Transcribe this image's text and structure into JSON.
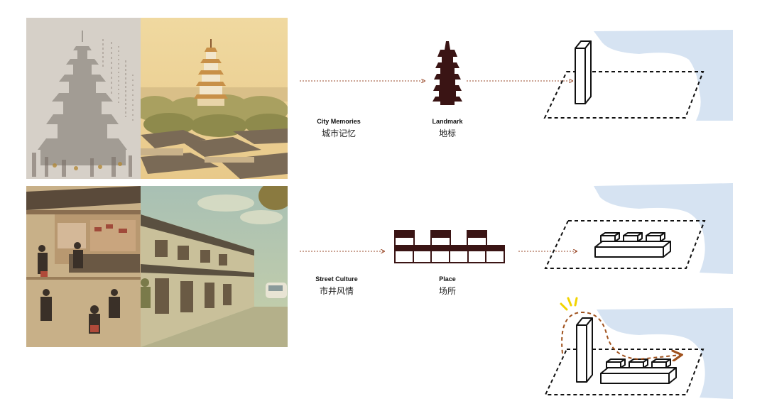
{
  "rows": [
    {
      "label_en": "City Memories",
      "label_zh": "城市记忆",
      "node_en": "Landmark",
      "node_zh": "地标"
    },
    {
      "label_en": "Street Culture",
      "label_zh": "市井风情",
      "node_en": "Place",
      "node_zh": "场所"
    }
  ],
  "images": {
    "top_left": "pagoda-sketch-with-calligraphy",
    "top_right": "pagoda-over-old-town-photo",
    "bottom_left": "market-street-scroll-painting",
    "bottom_right": "old-street-shopfronts-photo"
  },
  "icons": {
    "landmark": "pagoda-icon",
    "place": "shopfront-blocks-icon"
  },
  "colors": {
    "arrow": "#9a4a2a",
    "icon_fill": "#3a1414",
    "water": "#d6e3f2",
    "tint_warm": "#e6c78a",
    "tint_green": "#b8c89a",
    "sketch_bg": "#d6d0c8",
    "highlight": "#f2d400",
    "path_arrow": "#a0521e"
  }
}
